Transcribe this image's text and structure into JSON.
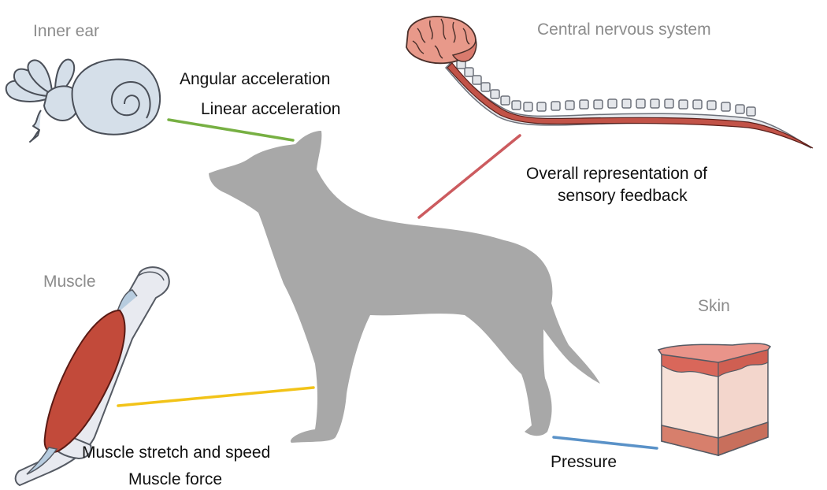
{
  "labels": {
    "inner_ear": "Inner ear",
    "cns": "Central nervous system",
    "muscle": "Muscle",
    "skin": "Skin"
  },
  "captions": {
    "angular": "Angular acceleration",
    "linear": "Linear acceleration",
    "overall_1": "Overall representation of",
    "overall_2": "sensory feedback",
    "stretch": "Muscle stretch and speed",
    "force": "Muscle force",
    "pressure": "Pressure"
  },
  "colors": {
    "dog": "#a8a8a8",
    "ear_line": "#77b043",
    "cns_line": "#cc5b5f",
    "muscle_line": "#f2c318",
    "skin_line": "#5a92c8",
    "title_text": "#8c8c8c",
    "caption_text": "#111111",
    "muscle_red": "#c24a3a",
    "bone": "#e8eaf0",
    "ear_blue": "#d5dfe9",
    "brain": "#e8998a",
    "skin_top": "#e9948a",
    "skin_body": "#f7e1d8",
    "skin_base": "#d77f6c",
    "spine_red": "#c25348"
  }
}
